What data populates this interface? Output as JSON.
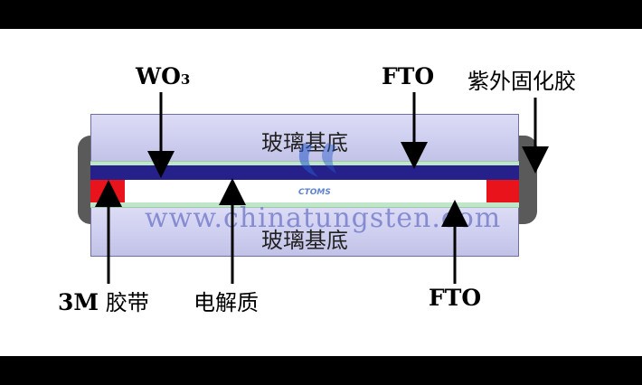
{
  "labels": {
    "wo3_main": "WO",
    "wo3_sub": "3",
    "fto_top": "FTO",
    "uv_glue": "紫外固化胶",
    "tape_prefix": "3M",
    "tape_cn": " 胶带",
    "electrolyte": "电解质",
    "fto_bottom": "FTO",
    "glass_top": "玻璃基底",
    "glass_bottom": "玻璃基底"
  },
  "watermark": {
    "url": "www.chinatungsten.com",
    "logo_text": "CTOMS"
  },
  "colors": {
    "wo3": "#26208a",
    "tape": "#e8131b",
    "glass": "#cfcff0",
    "fto": "#bfe6c9",
    "seal": "#5a5a5a"
  }
}
